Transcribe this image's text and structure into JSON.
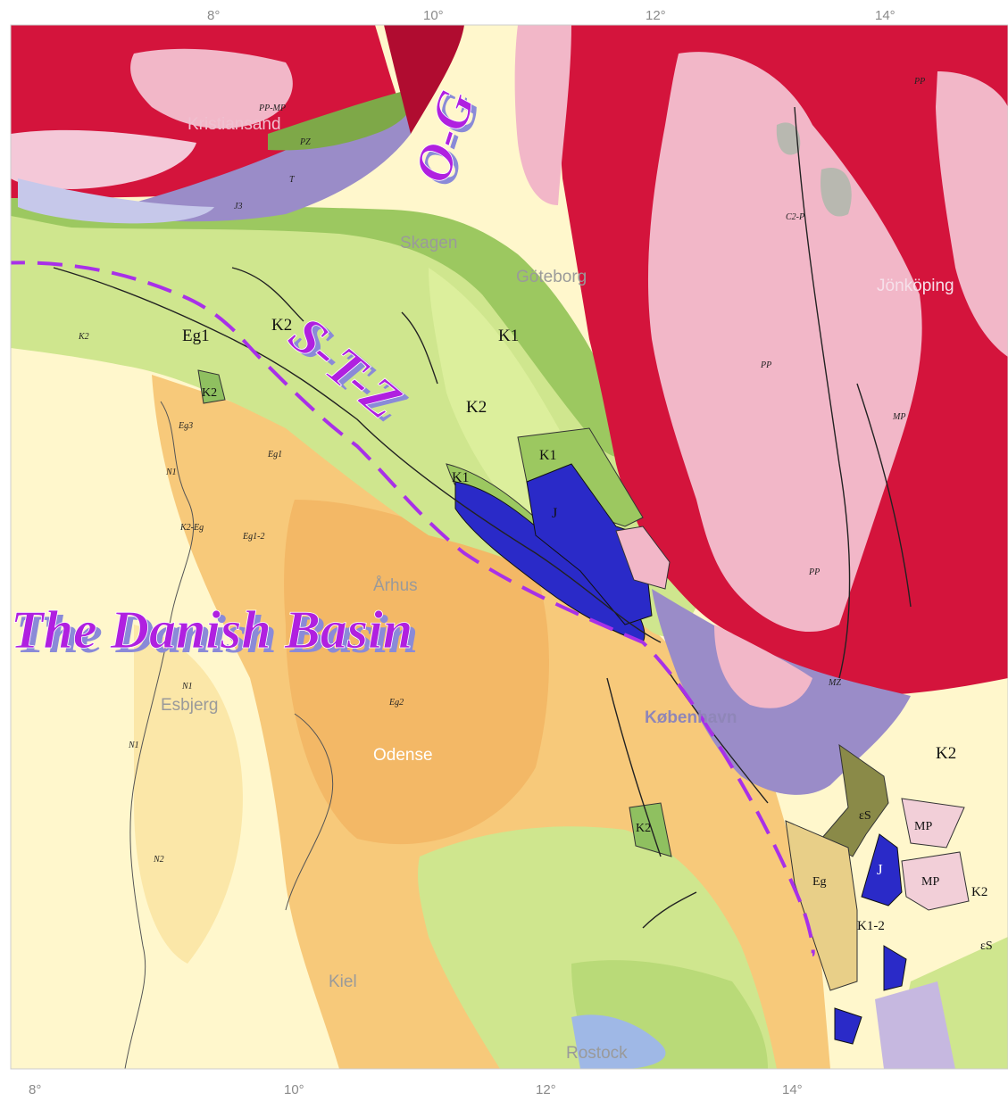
{
  "map": {
    "annotations": {
      "og": "O-G",
      "stz": "S-T-Z",
      "basin": "The Danish Basin"
    },
    "longitude_ticks": {
      "top": [
        "8°",
        "10°",
        "12°",
        "14°"
      ],
      "bottom": [
        "8°",
        "10°",
        "12°",
        "14°"
      ]
    },
    "places": [
      "Skagen",
      "Göteborg",
      "Jönköping",
      "Århus",
      "Esbjerg",
      "Odense",
      "København",
      "Kiel",
      "Rostock",
      "Kristiansand"
    ],
    "units_large": [
      "K1",
      "K2",
      "K2",
      "K1",
      "K1",
      "J",
      "Eg1",
      "K2",
      "K2",
      "K2",
      "Eg",
      "J",
      "K1-2",
      "MP",
      "MP",
      "K2",
      "εS",
      "εS"
    ],
    "units_small": [
      "Eg1",
      "Eg2",
      "Eg3",
      "N1",
      "N1",
      "N1",
      "N2",
      "K2",
      "Eg1-2",
      "K2-Eg",
      "PP",
      "PP",
      "PP",
      "MP",
      "MZ",
      "C2-P",
      "PP-MP",
      "PZ",
      "T",
      "J3"
    ],
    "colors": {
      "fault_zone_dash": "#a830e8",
      "annotation_purple": "#b020e0",
      "annotation_shadow": "#8a8ad8",
      "basement_red": "#d4143c",
      "basement_pink": "#f0b4cc",
      "cretaceous_green": "#cfe68e",
      "jurassic_blue": "#2a2ac8"
    }
  }
}
